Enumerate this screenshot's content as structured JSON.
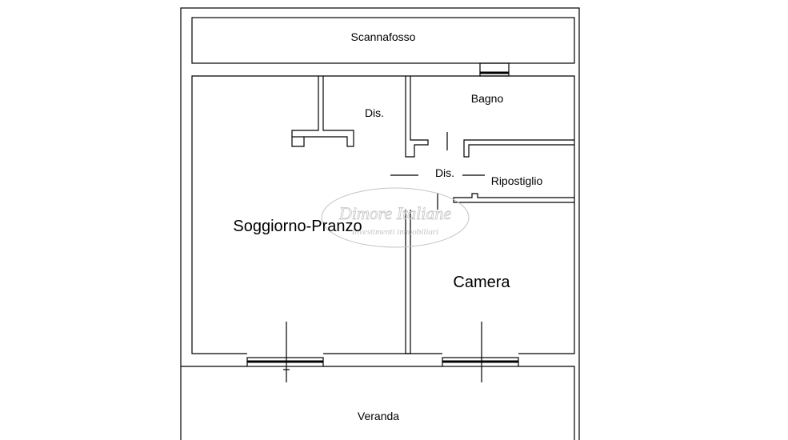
{
  "rooms": {
    "scannafosso": "Scannafosso",
    "bagno": "Bagno",
    "dis_top": "Dis.",
    "dis_center": "Dis.",
    "ripostiglio": "Ripostiglio",
    "soggiorno": "Soggiorno-Pranzo",
    "camera": "Camera",
    "veranda": "Veranda"
  },
  "watermark": {
    "brand": "Dimore Italiane",
    "tagline": "Investimenti immobiliari"
  },
  "colors": {
    "line": "#000000",
    "watermark": "#c4c4c4"
  }
}
